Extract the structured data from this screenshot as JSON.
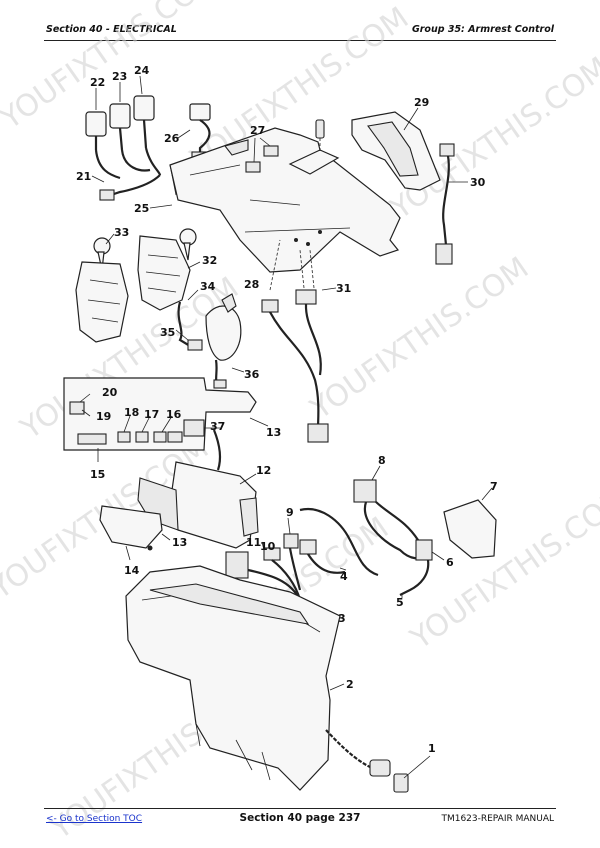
{
  "header": {
    "section": "Section 40 - ELECTRICAL",
    "group": "Group 35: Armrest Control"
  },
  "footer": {
    "toc_link": "<- Go to Section TOC",
    "page": "Section 40 page 237",
    "manual": "TM1623-REPAIR MANUAL"
  },
  "watermark": "YOUFIXTHIS.COM",
  "callouts": {
    "c1": "1",
    "c2": "2",
    "c3": "3",
    "c4": "4",
    "c5": "5",
    "c6": "6",
    "c7": "7",
    "c8": "8",
    "c9": "9",
    "c10": "10",
    "c11": "11",
    "c12": "12",
    "c13a": "13",
    "c13b": "13",
    "c14": "14",
    "c15": "15",
    "c16": "16",
    "c17": "17",
    "c18": "18",
    "c19": "19",
    "c20": "20",
    "c21": "21",
    "c22": "22",
    "c23": "23",
    "c24": "24",
    "c25": "25",
    "c26": "26",
    "c27": "27",
    "c28": "28",
    "c29": "29",
    "c30": "30",
    "c31": "31",
    "c32": "32",
    "c33": "33",
    "c34": "34",
    "c35": "35",
    "c36": "36",
    "c37": "37"
  }
}
